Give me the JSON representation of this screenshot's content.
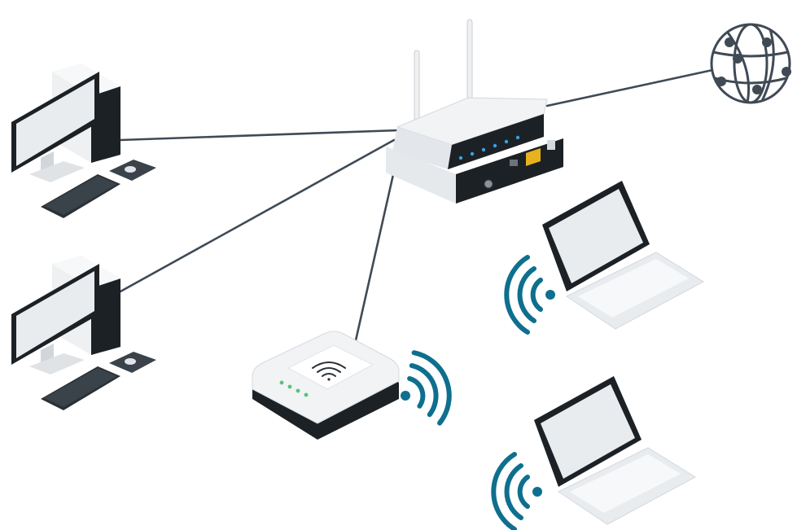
{
  "diagram": {
    "type": "network-topology",
    "colors": {
      "cable": "#3f4a55",
      "wifi_signal": "#0e6f8e",
      "device_body": "#f1f3f5",
      "device_shadow": "#c9ced4",
      "device_dark": "#1c2126",
      "screen": "#e9ecef",
      "led_green": "#58c27a",
      "led_blue": "#3aa0e0",
      "port_yellow": "#e8b21f"
    },
    "nodes": [
      {
        "id": "router",
        "icon": "router-icon"
      },
      {
        "id": "internet",
        "icon": "globe-icon"
      },
      {
        "id": "desktop-1",
        "icon": "desktop-computer-icon"
      },
      {
        "id": "desktop-2",
        "icon": "desktop-computer-icon"
      },
      {
        "id": "access-point",
        "icon": "wireless-access-point-icon"
      },
      {
        "id": "laptop-1",
        "icon": "laptop-icon"
      },
      {
        "id": "laptop-2",
        "icon": "laptop-icon"
      }
    ],
    "wired_links": [
      {
        "from": "router",
        "to": "internet"
      },
      {
        "from": "router",
        "to": "desktop-1"
      },
      {
        "from": "router",
        "to": "desktop-2"
      },
      {
        "from": "router",
        "to": "access-point"
      }
    ],
    "wireless_signals": [
      {
        "node": "access-point",
        "icon": "wifi-signal-icon"
      },
      {
        "node": "laptop-1",
        "icon": "wifi-signal-icon"
      },
      {
        "node": "laptop-2",
        "icon": "wifi-signal-icon"
      }
    ]
  }
}
